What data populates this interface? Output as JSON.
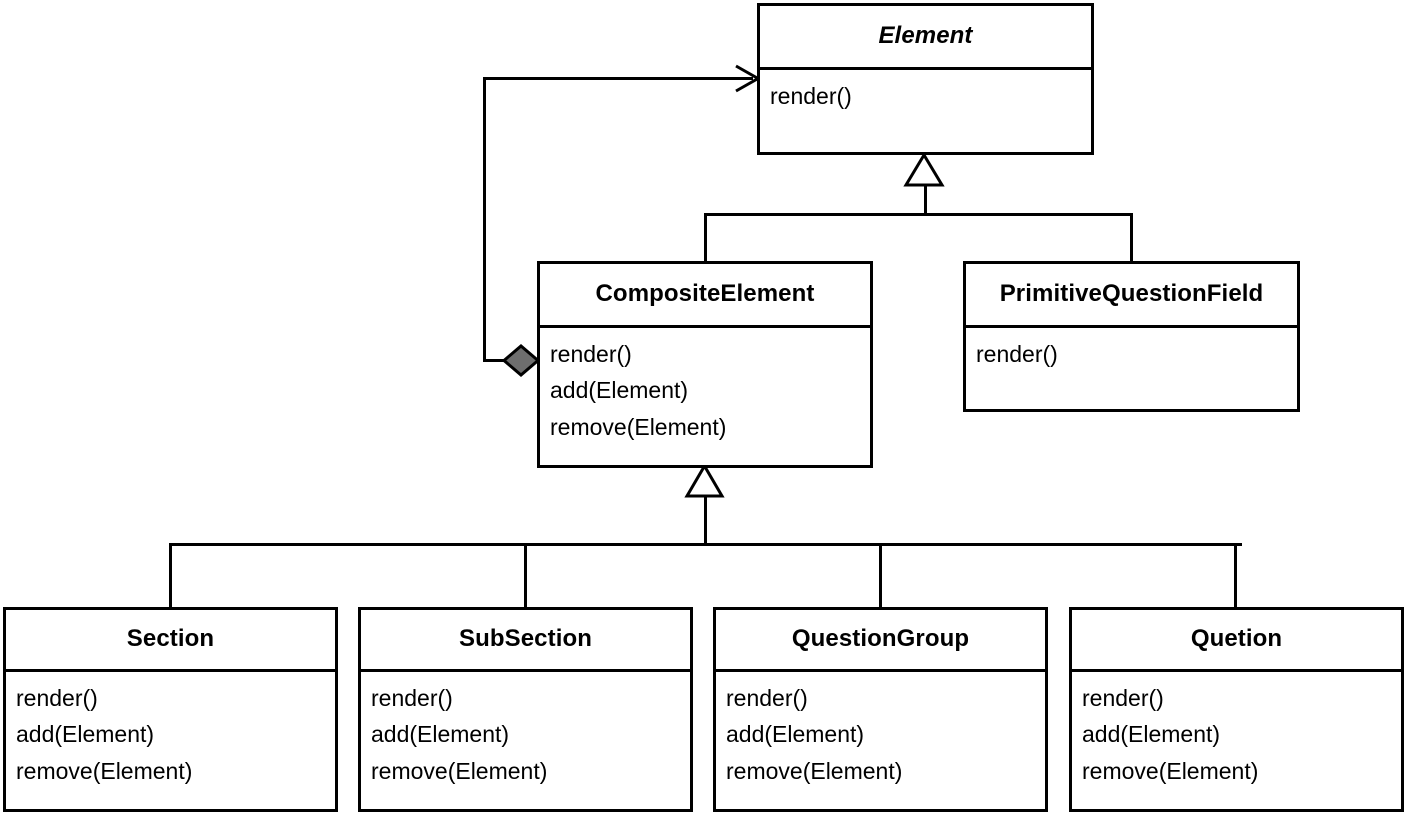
{
  "diagram": {
    "type": "uml-class-diagram",
    "pattern": "Composite",
    "background": "#ffffff",
    "line_color": "#000000",
    "aggregation_diamond_fill": "#6e6e6e"
  },
  "classes": [
    {
      "id": "element",
      "name": "Element",
      "abstract": true,
      "methods": [
        "render()"
      ]
    },
    {
      "id": "composite-element",
      "name": "CompositeElement",
      "abstract": false,
      "methods": [
        "render()",
        "add(Element)",
        "remove(Element)"
      ]
    },
    {
      "id": "primitive-question-field",
      "name": "PrimitiveQuestionField",
      "abstract": false,
      "methods": [
        "render()"
      ]
    },
    {
      "id": "section",
      "name": "Section",
      "abstract": false,
      "methods": [
        "render()",
        "add(Element)",
        "remove(Element)"
      ]
    },
    {
      "id": "sub-section",
      "name": "SubSection",
      "abstract": false,
      "methods": [
        "render()",
        "add(Element)",
        "remove(Element)"
      ]
    },
    {
      "id": "question-group",
      "name": "QuestionGroup",
      "abstract": false,
      "methods": [
        "render()",
        "add(Element)",
        "remove(Element)"
      ]
    },
    {
      "id": "quetion",
      "name": "Quetion",
      "abstract": false,
      "methods": [
        "render()",
        "add(Element)",
        "remove(Element)"
      ]
    }
  ],
  "relationships": [
    {
      "id": "composite-aggregates-element",
      "type": "aggregation",
      "from": "composite-element",
      "to": "element",
      "marker_source": "filled-diamond",
      "marker_target": "open-arrow"
    },
    {
      "id": "composite-inherits-element",
      "type": "generalization",
      "from": "composite-element",
      "to": "element",
      "marker_target": "hollow-triangle"
    },
    {
      "id": "primitive-inherits-element",
      "type": "generalization",
      "from": "primitive-question-field",
      "to": "element",
      "marker_target": "hollow-triangle"
    },
    {
      "id": "section-inherits-composite",
      "type": "generalization",
      "from": "section",
      "to": "composite-element",
      "marker_target": "hollow-triangle"
    },
    {
      "id": "subsection-inherits-composite",
      "type": "generalization",
      "from": "sub-section",
      "to": "composite-element",
      "marker_target": "hollow-triangle"
    },
    {
      "id": "questiongroup-inherits-composite",
      "type": "generalization",
      "from": "question-group",
      "to": "composite-element",
      "marker_target": "hollow-triangle"
    },
    {
      "id": "quetion-inherits-composite",
      "type": "generalization",
      "from": "quetion",
      "to": "composite-element",
      "marker_target": "hollow-triangle"
    }
  ]
}
